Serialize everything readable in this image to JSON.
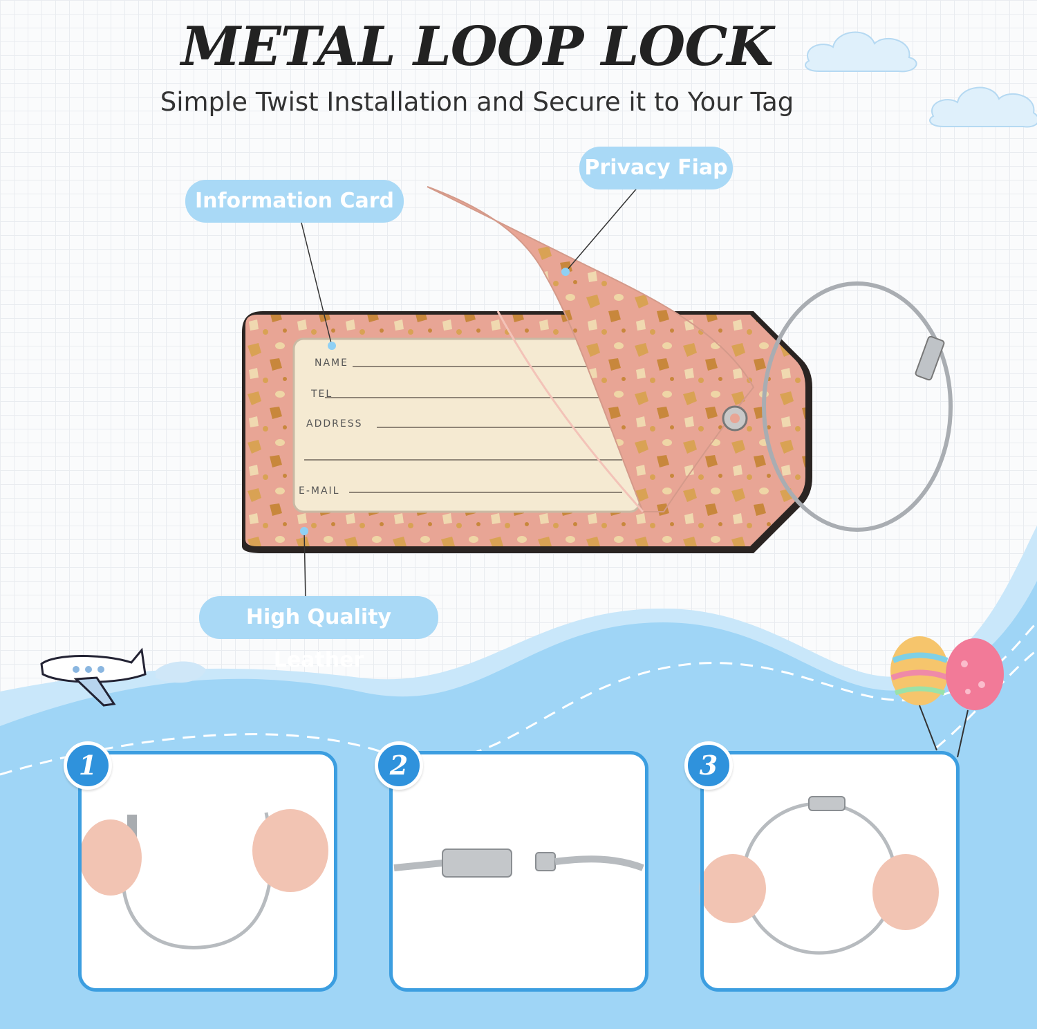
{
  "header": {
    "title": "METAL LOOP LOCK",
    "subtitle": "Simple Twist Installation and Secure it to Your Tag"
  },
  "callouts": {
    "information_card": "Information Card",
    "privacy_flap": "Privacy Fiap",
    "leather": "High Quality Leather"
  },
  "tag_card": {
    "name": "NAME",
    "tel": "TEL",
    "address": "ADDRESS",
    "email": "E-MAIL"
  },
  "steps": [
    {
      "number": "1"
    },
    {
      "number": "2"
    },
    {
      "number": "3"
    }
  ],
  "colors": {
    "accent_blue": "#2f92dc",
    "wave_blue": "#9fd5f6",
    "tag_pink": "#e8a89a",
    "gold": "#d9a254",
    "card_cream": "#f5ead2"
  },
  "icons": [
    "cloud-icon",
    "airplane-icon",
    "balloon-icon"
  ]
}
